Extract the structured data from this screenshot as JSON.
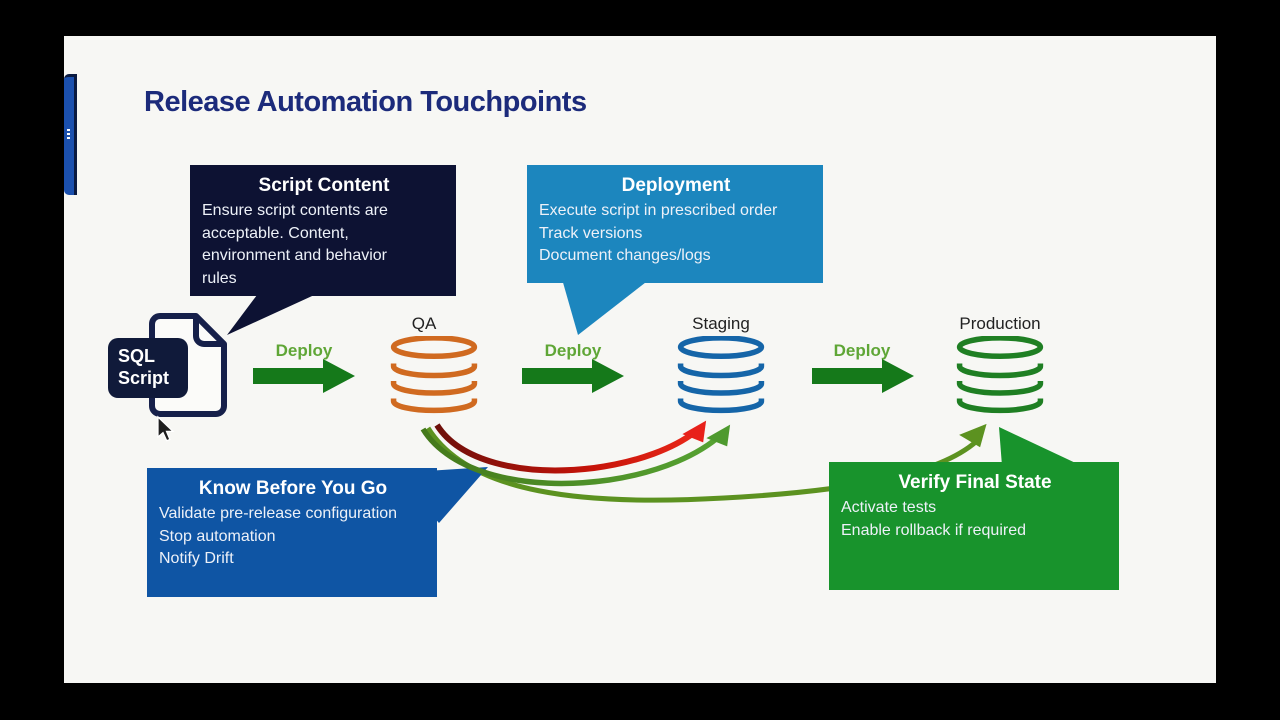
{
  "slide": {
    "title": "Release Automation Touchpoints",
    "callouts": {
      "script_content": {
        "title": "Script Content",
        "body": "Ensure script contents are\nacceptable.  Content,\nenvironment and behavior\nrules"
      },
      "deployment": {
        "title": "Deployment",
        "body": "Execute script in prescribed order\nTrack versions\nDocument changes/logs"
      },
      "know_before_you_go": {
        "title": "Know Before You Go",
        "body": "Validate pre-release configuration\nStop automation\nNotify Drift"
      },
      "verify_final_state": {
        "title": "Verify Final State",
        "body": "Activate tests\nEnable rollback if required"
      }
    },
    "pipeline": {
      "source": {
        "label": "SQL\nScript"
      },
      "environments": [
        {
          "name": "QA",
          "db_color": "#D06A20"
        },
        {
          "name": "Staging",
          "db_color": "#1565A8"
        },
        {
          "name": "Production",
          "db_color": "#1F7F23"
        }
      ],
      "deploy_arrows": [
        {
          "label": "Deploy"
        },
        {
          "label": "Deploy"
        },
        {
          "label": "Deploy"
        }
      ],
      "loop_arrows": [
        {
          "name": "rollback-red",
          "from": "QA",
          "to": "Staging",
          "color": "#C41309"
        },
        {
          "name": "promote-green",
          "from": "QA",
          "to": "Staging",
          "color": "#4E9A2E"
        },
        {
          "name": "promote-olive",
          "from": "QA",
          "to": "Production",
          "color": "#5C9220"
        }
      ]
    },
    "icons": {
      "source_document": "document-icon",
      "databases": "database-cylinder-icon",
      "cursor": "mouse-cursor-icon"
    },
    "colors": {
      "background_frame": "#000000",
      "slide_bg": "#F7F7F4",
      "title_text": "#1C2B7B",
      "script_content_box": "#0D1233",
      "deployment_box": "#1C86BE",
      "know_before_box": "#0F55A4",
      "verify_box": "#18932C",
      "deploy_label": "#5FA636",
      "deploy_arrow": "#15791A",
      "side_tab": "#1B50AE"
    }
  }
}
